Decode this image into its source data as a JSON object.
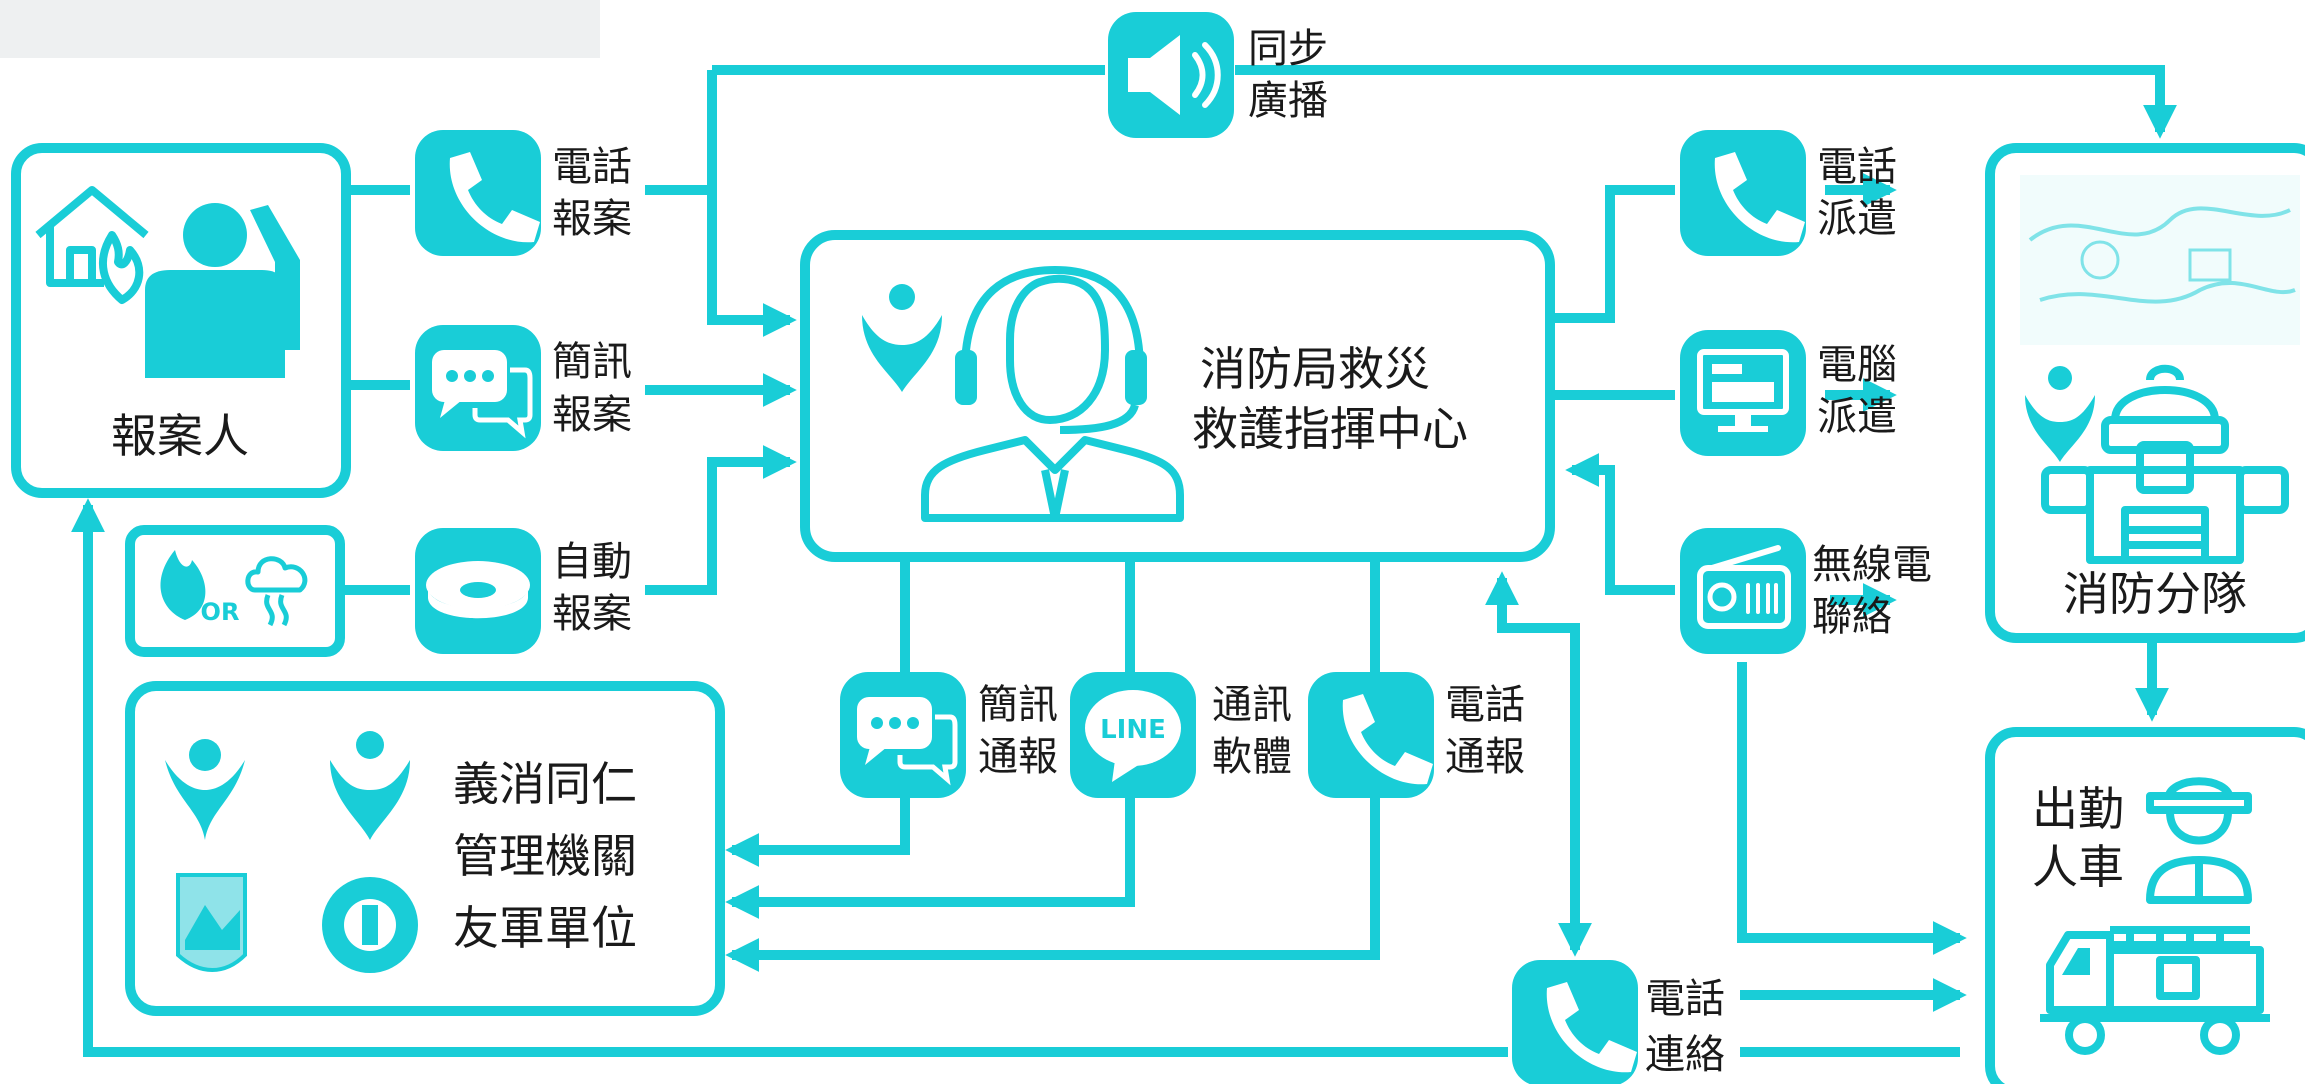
{
  "colors": {
    "accent": "#19cdd7",
    "text": "#1a1a1a",
    "background": "#ffffff"
  },
  "nodes": {
    "reporter": "報案人",
    "command_center_line1": "消防局救災",
    "command_center_line2": "救護指揮中心",
    "fire_branch": "消防分隊",
    "dispatch_line1": "出勤",
    "dispatch_line2": "人車",
    "partners_line1": "義消同仁",
    "partners_line2": "管理機關",
    "partners_line3": "友軍單位",
    "detector_or": "OR"
  },
  "channels": {
    "broadcast_1": "同步",
    "broadcast_2": "廣播",
    "phone_report_1": "電話",
    "phone_report_2": "報案",
    "sms_report_1": "簡訊",
    "sms_report_2": "報案",
    "auto_report_1": "自動",
    "auto_report_2": "報案",
    "phone_dispatch_1": "電話",
    "phone_dispatch_2": "派遣",
    "pc_dispatch_1": "電腦",
    "pc_dispatch_2": "派遣",
    "radio_1": "無線電",
    "radio_2": "聯絡",
    "sms_notify_1": "簡訊",
    "sms_notify_2": "通報",
    "im_1": "通訊",
    "im_2": "軟體",
    "line_logo": "LINE",
    "phone_notify_1": "電話",
    "phone_notify_2": "通報",
    "phone_contact_1": "電話",
    "phone_contact_2": "連絡"
  },
  "icons": [
    "speaker-icon",
    "phone-icon",
    "sms-icon",
    "smoke-detector-icon",
    "monitor-icon",
    "radio-icon",
    "line-app-icon",
    "operator-headset-icon",
    "house-fire-icon",
    "caller-person-icon",
    "flame-icon",
    "smoke-icon",
    "firefighter-icon",
    "fire-truck-icon",
    "fire-station-icon",
    "map-thumbnail",
    "agency-emblem"
  ]
}
